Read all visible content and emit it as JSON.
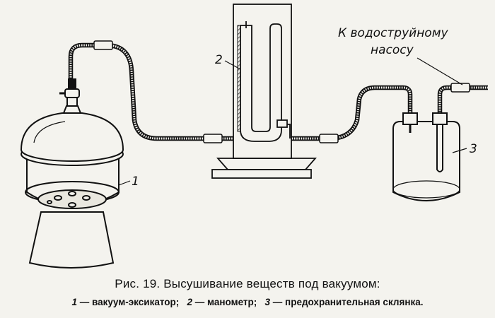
{
  "figure": {
    "labels": {
      "desiccator": "1",
      "manometer": "2",
      "safety_flask": "3"
    },
    "pump_note": {
      "line1": "К водоструйному",
      "line2": "насосу"
    }
  },
  "caption": {
    "title": "Рис. 19. Высушивание веществ под вакуумом:",
    "legend": [
      {
        "num": "1",
        "text": " — вакуум-эксикатор;"
      },
      {
        "num": "2",
        "text": " — манометр;"
      },
      {
        "num": "3",
        "text": " — предохранительная склянка."
      }
    ]
  }
}
